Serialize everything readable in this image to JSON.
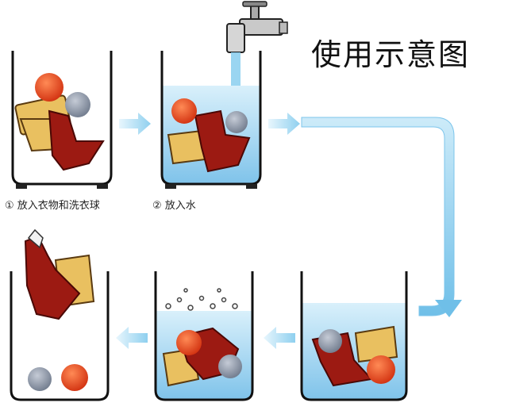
{
  "title": "使用示意图",
  "steps": [
    {
      "label": "① 放入衣物和洗衣球"
    },
    {
      "label": "② 放入水"
    }
  ],
  "colors": {
    "water": "#bfe4f7",
    "arrow": "#8fd0ef",
    "ball_red": "#e8401c",
    "ball_gray": "#8e98a8",
    "cloth_red": "#9c1a12",
    "cloth_yellow": "#e9c060"
  },
  "icons": [
    "water-tap-icon",
    "laundry-ball-icon",
    "clothing-icon",
    "bubbles-icon"
  ]
}
